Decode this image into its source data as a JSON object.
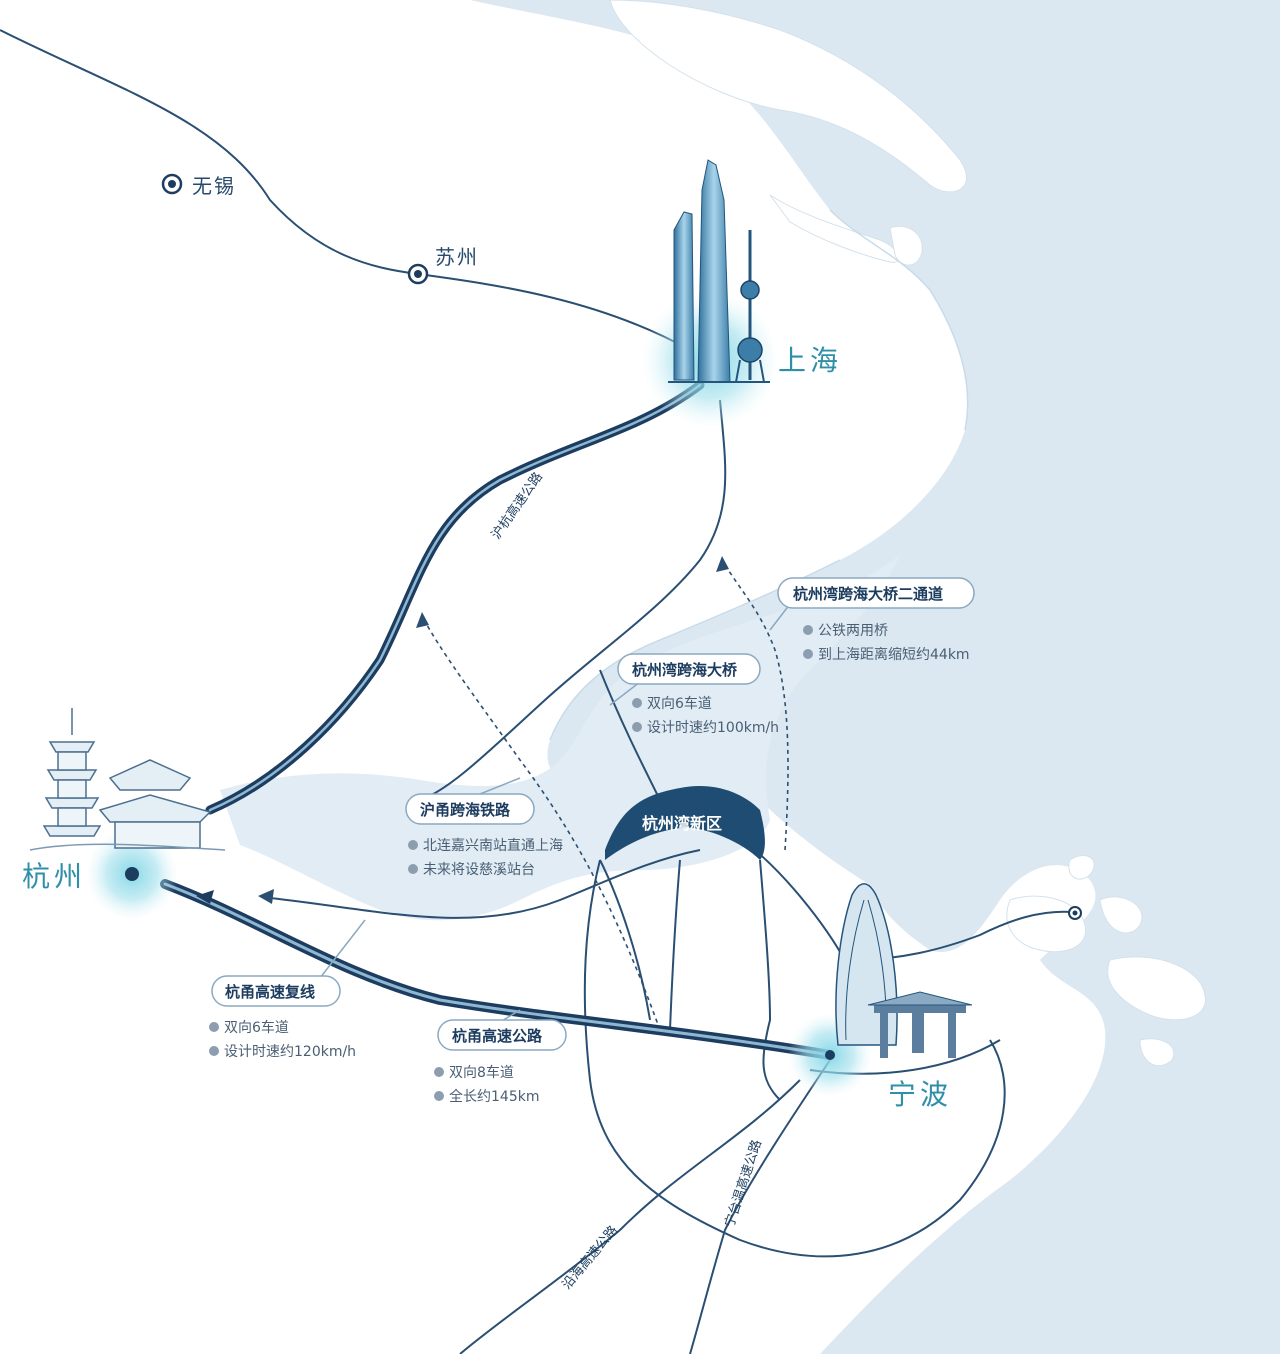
{
  "cities": {
    "wuxi": "无锡",
    "suzhou": "苏州",
    "shanghai": "上海",
    "hangzhou": "杭州",
    "ningbo": "宁波"
  },
  "zone": {
    "name": "杭州湾新区"
  },
  "roads": {
    "hu_hang_expressway": "沪杭高速公路",
    "ningbo_road": "宁台温高速公路",
    "south_road": "沿海高速公路"
  },
  "callouts": [
    {
      "title": "杭州湾跨海大桥二通道",
      "notes": [
        "公铁两用桥",
        "到上海距离缩短约44km"
      ]
    },
    {
      "title": "杭州湾跨海大桥",
      "notes": [
        "双向6车道",
        "设计时速约100km/h"
      ]
    },
    {
      "title": "沪甬跨海铁路",
      "notes": [
        "北连嘉兴南站直通上海",
        "未来将设慈溪站台"
      ]
    },
    {
      "title": "杭甬高速复线",
      "notes": [
        "双向6车道",
        "设计时速约120km/h"
      ]
    },
    {
      "title": "杭甬高速公路",
      "notes": [
        "双向8车道",
        "全长约145km"
      ]
    }
  ],
  "colors": {
    "sea": "#dce8f1",
    "land": "#ffffff",
    "bay": "#e6eff6",
    "road_dark": "#1c3d60",
    "road_thin": "#2a4f72",
    "accent": "#39b6cc",
    "zone": "#1e4c72"
  },
  "icons": [
    "shanghai-skyline-icon",
    "hangzhou-pagoda-icon",
    "ningbo-tower-icon",
    "city-dot-icon"
  ]
}
